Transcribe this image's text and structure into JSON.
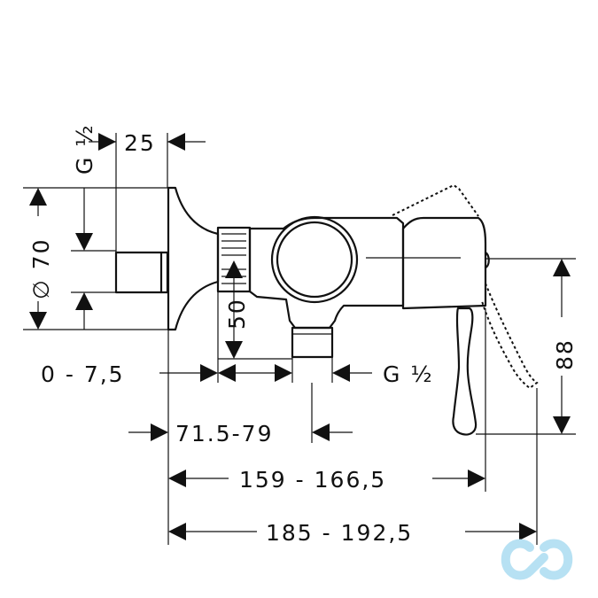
{
  "dimensions": {
    "thread_top": "G ½",
    "dim_25": "25",
    "dim_70": "∅ 70",
    "dim_50": "50",
    "dim_88": "88",
    "dim_0_7_5": "0 - 7,5",
    "thread_bottom": "G ½",
    "dim_71_5_79": "71.5-79",
    "dim_159_166_5": "159 - 166,5",
    "dim_185_192_5": "185 - 192,5"
  },
  "logo": {
    "icon": "brand-logo-icon",
    "color": "#b7e1f3"
  }
}
